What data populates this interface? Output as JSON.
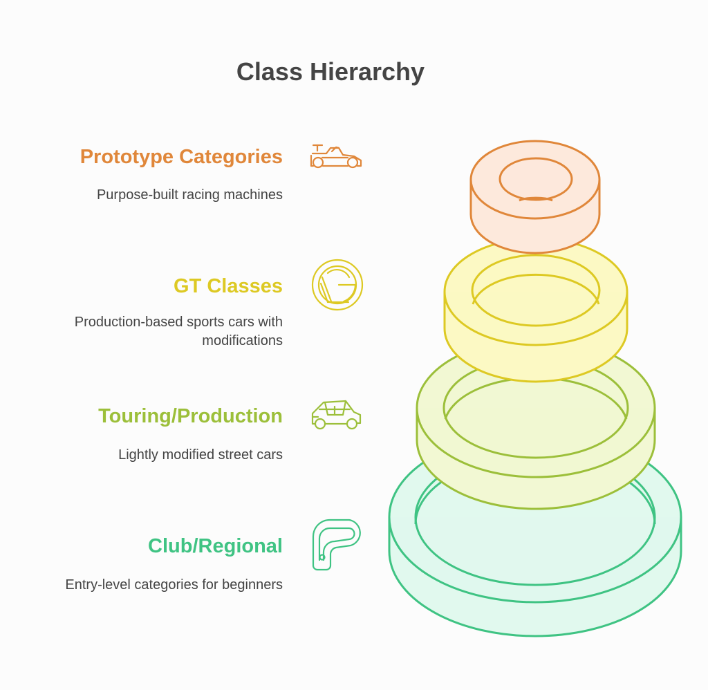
{
  "diagram": {
    "title": "Class Hierarchy",
    "tiers": [
      {
        "id": "prototype",
        "heading": "Prototype Categories",
        "description_lines": [
          "Purpose-built racing machines"
        ],
        "icon": "race-car-icon",
        "stroke_color": "#E0873A",
        "fill_color": "#FDE9DC"
      },
      {
        "id": "gt",
        "heading": "GT Classes",
        "description_lines": [
          "Production-based sports cars with",
          "modifications"
        ],
        "icon": "gt-logo-icon",
        "stroke_color": "#DDC923",
        "fill_color": "#FCF9C4"
      },
      {
        "id": "touring",
        "heading": "Touring/Production",
        "description_lines": [
          "Lightly modified street cars"
        ],
        "icon": "buggy-car-icon",
        "stroke_color": "#9CBF3A",
        "fill_color": "#F2F8D3"
      },
      {
        "id": "club",
        "heading": "Club/Regional",
        "description_lines": [
          "Entry-level categories for beginners"
        ],
        "icon": "race-track-icon",
        "stroke_color": "#3FC383",
        "fill_color": "#E1F9EE"
      }
    ]
  }
}
